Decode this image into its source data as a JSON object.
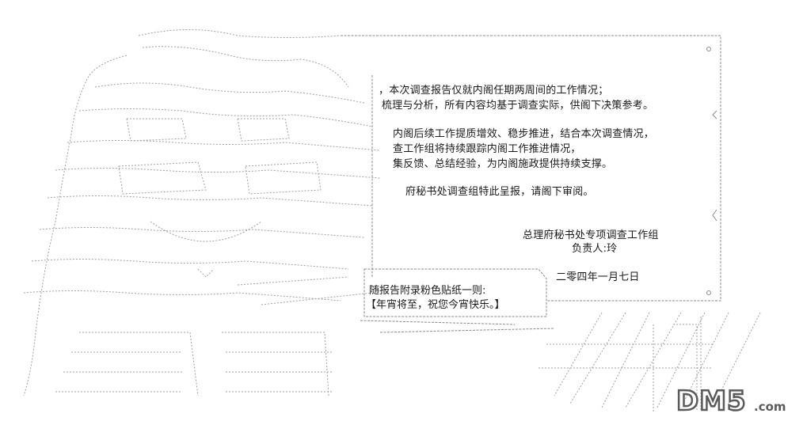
{
  "report": {
    "lines": [
      "，本次调查报告仅就内阁任期两周间的工作情况；",
      "梳理与分析，所有内容均基于调查实际，供阁下决策参考。",
      "内阁后续工作提质增效、稳步推进，结合本次调查情况，",
      "查工作组将持续跟踪内阁工作推进情况，",
      "集反馈、总结经验，为内阁施政提供持续支撑。",
      "府秘书处调查组特此呈报，请阁下审阅。"
    ],
    "signature_org": "总理府秘书处专项调查工作组",
    "signature_person": "负责人:玲",
    "date": "二零四年一月七日"
  },
  "sticky_note": {
    "line1": "随报告附录粉色贴纸一则:",
    "line2": "【年宵将至，祝您今宵快乐。】"
  },
  "watermark": {
    "logo_text": "DM5",
    "logo_suffix": ".com"
  },
  "colors": {
    "ink": "#1a1a1a",
    "line_art": "#9a9a9a",
    "logo_gray": "#5a5a5a"
  }
}
